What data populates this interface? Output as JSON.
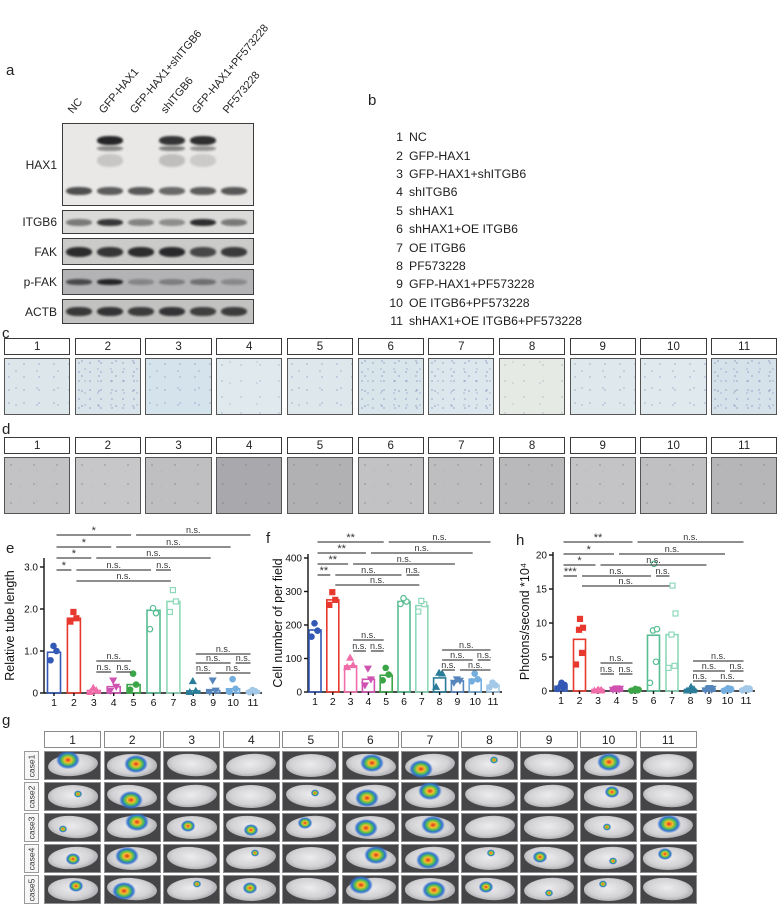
{
  "panels": {
    "a": "a",
    "b": "b",
    "c": "c",
    "d": "d",
    "e": "e",
    "f": "f",
    "g": "g",
    "h": "h"
  },
  "blot": {
    "lane_labels": [
      "NC",
      "GFP-HAX1",
      "GFP-HAX1+shITGB6",
      "shITGB6",
      "GFP-HAX1+PF573228",
      "PF573228"
    ],
    "rows": [
      {
        "label": "HAX1",
        "height": 83,
        "bg": "#e9e8e6",
        "bands": [
          {
            "y": 12,
            "h": 9,
            "lanes": [
              0,
              0.95,
              0,
              0.88,
              0.9,
              0
            ]
          },
          {
            "y": 22,
            "h": 5,
            "lanes": [
              0,
              0.45,
              0,
              0.5,
              0.4,
              0
            ]
          },
          {
            "y": 30,
            "h": 13,
            "lanes": [
              0,
              0.16,
              0,
              0.2,
              0.14,
              0
            ]
          },
          {
            "y": 63,
            "h": 8,
            "lanes": [
              0.75,
              0.68,
              0.7,
              0.62,
              0.68,
              0.7
            ]
          }
        ]
      },
      {
        "label": "ITGB6",
        "height": 24,
        "bg": "#dadad8",
        "bands": [
          {
            "y": 8,
            "h": 7,
            "lanes": [
              0.5,
              0.85,
              0.45,
              0.4,
              0.9,
              0.5
            ]
          }
        ]
      },
      {
        "label": "FAK",
        "height": 27,
        "bg": "#cbcbc9",
        "bands": [
          {
            "y": 8,
            "h": 10,
            "lanes": [
              0.9,
              0.85,
              0.9,
              0.92,
              0.75,
              0.82
            ]
          }
        ]
      },
      {
        "label": "p-FAK",
        "height": 26,
        "bg": "#b3b3b5",
        "bands": [
          {
            "y": 9,
            "h": 6,
            "lanes": [
              0.7,
              0.95,
              0.3,
              0.35,
              0.45,
              0.28
            ]
          }
        ]
      },
      {
        "label": "ACTB",
        "height": 25,
        "bg": "#c2c2c0",
        "bands": [
          {
            "y": 7,
            "h": 9,
            "lanes": [
              0.82,
              0.85,
              0.8,
              0.85,
              0.78,
              0.8
            ]
          }
        ]
      }
    ]
  },
  "legend": {
    "items": [
      {
        "num": "1",
        "label": "NC"
      },
      {
        "num": "2",
        "label": "GFP-HAX1"
      },
      {
        "num": "3",
        "label": "GFP-HAX1+shITGB6"
      },
      {
        "num": "4",
        "label": "shITGB6"
      },
      {
        "num": "5",
        "label": "shHAX1"
      },
      {
        "num": "6",
        "label": "shHAX1+OE ITGB6"
      },
      {
        "num": "7",
        "label": "OE ITGB6"
      },
      {
        "num": "8",
        "label": "PF573228"
      },
      {
        "num": "9",
        "label": "GFP-HAX1+PF573228"
      },
      {
        "num": "10",
        "label": "OE ITGB6+PF573228"
      },
      {
        "num": "11",
        "label": "shHAX1+OE ITGB6+PF573228"
      }
    ]
  },
  "panel_c": {
    "tile_labels": [
      "1",
      "2",
      "3",
      "4",
      "5",
      "6",
      "7",
      "8",
      "9",
      "10",
      "11"
    ],
    "densities": [
      "med",
      "dense",
      "med",
      "light",
      "med",
      "dense",
      "dense",
      "light",
      "med",
      "med",
      "dense"
    ],
    "shades": [
      "#dce6eb",
      "#d8e3ea",
      "#d5e4ec",
      "#dfe9ee",
      "#dde7ec",
      "#d8e5ea",
      "#dbe7ec",
      "#e6eae4",
      "#dfe8ed",
      "#e0e9ee",
      "#d6e2ea"
    ]
  },
  "panel_d": {
    "tile_labels": [
      "1",
      "2",
      "3",
      "4",
      "5",
      "6",
      "7",
      "8",
      "9",
      "10",
      "11"
    ],
    "shades": [
      "#c3c3c5",
      "#c7c7c9",
      "#bfbfc1",
      "#a9a9ad",
      "#b1b1b4",
      "#c2c2c5",
      "#bebec1",
      "#b9b9bc",
      "#c4c4c6",
      "#c0c0c3",
      "#b6b6b9"
    ]
  },
  "chart_data": [
    {
      "id": "e",
      "type": "bar",
      "title": "",
      "xlabel": "",
      "ylabel": "Relative tube length",
      "categories": [
        "1",
        "2",
        "3",
        "4",
        "5",
        "6",
        "7",
        "8",
        "9",
        "10",
        "11"
      ],
      "values": [
        0.97,
        1.78,
        0.06,
        0.15,
        0.2,
        1.97,
        2.18,
        0.05,
        0.06,
        0.1,
        0.05
      ],
      "points": [
        [
          0.78,
          1.0,
          1.12
        ],
        [
          1.7,
          1.78,
          1.93
        ],
        [
          0.02,
          0.06,
          0.12
        ],
        [
          0.05,
          0.15,
          0.3
        ],
        [
          0.08,
          0.2,
          0.46
        ],
        [
          1.52,
          1.9,
          2.02
        ],
        [
          1.93,
          2.18,
          2.45
        ],
        [
          0.02,
          0.05,
          0.28
        ],
        [
          0.03,
          0.06,
          0.3
        ],
        [
          0.03,
          0.1,
          0.33
        ],
        [
          0.02,
          0.04,
          0.07
        ]
      ],
      "ylim": [
        0,
        3.45
      ],
      "yticks": [
        0,
        1,
        2,
        3
      ],
      "ytick_labels": [
        "0",
        "1.0",
        "2.0",
        "3.0"
      ],
      "colors": [
        "#3358b5",
        "#e8392f",
        "#f06daa",
        "#cf53b0",
        "#3ba548",
        "#57bd92",
        "#8ed8ba",
        "#2b7d99",
        "#5585bb",
        "#74aede",
        "#a3c8e8"
      ],
      "markers": [
        "circle",
        "square",
        "tri-up",
        "tri-down",
        "circle",
        "circle-open",
        "square-open",
        "tri-up",
        "tri-down",
        "circle",
        "circle"
      ],
      "comparisons": [
        {
          "f": 1,
          "t": 5,
          "l": "*",
          "r": "u1"
        },
        {
          "f": 5,
          "t": 11,
          "l": "n.s.",
          "r": "u1"
        },
        {
          "f": 1,
          "t": 4,
          "l": "*",
          "r": "u2"
        },
        {
          "f": 4,
          "t": 10,
          "l": "n.s.",
          "r": "u2"
        },
        {
          "f": 1,
          "t": 3,
          "l": "*",
          "r": "u3"
        },
        {
          "f": 3,
          "t": 9,
          "l": "n.s.",
          "r": "u3"
        },
        {
          "f": 1,
          "t": 2,
          "l": "*",
          "r": "u4"
        },
        {
          "f": 2,
          "t": 6,
          "l": "n.s.",
          "r": "u4"
        },
        {
          "f": 6,
          "t": 7,
          "l": "n.s.",
          "r": "u4"
        },
        {
          "f": 2,
          "t": 7,
          "l": "n.s.",
          "r": "u5"
        },
        {
          "f": 3,
          "t": 5,
          "l": "n.s.",
          "r": "m1"
        },
        {
          "f": 3,
          "t": 4,
          "l": "n.s.",
          "r": "m2"
        },
        {
          "f": 4,
          "t": 5,
          "l": "n.s.",
          "r": "m2"
        },
        {
          "f": 8,
          "t": 11,
          "l": "n.s.",
          "r": "l1"
        },
        {
          "f": 8,
          "t": 10,
          "l": "n.s.",
          "r": "l2"
        },
        {
          "f": 10,
          "t": 11,
          "l": "n.s.",
          "r": "l2"
        },
        {
          "f": 8,
          "t": 9,
          "l": "n.s.",
          "r": "l3"
        },
        {
          "f": 9,
          "t": 11,
          "l": "n.s.",
          "r": "l3"
        }
      ]
    },
    {
      "id": "f",
      "type": "bar",
      "title": "",
      "xlabel": "",
      "ylabel": "Cell number of per field",
      "categories": [
        "1",
        "2",
        "3",
        "4",
        "5",
        "6",
        "7",
        "8",
        "9",
        "10",
        "11"
      ],
      "values": [
        185,
        275,
        78,
        38,
        50,
        270,
        258,
        42,
        33,
        38,
        20
      ],
      "points": [
        [
          165,
          183,
          205
        ],
        [
          260,
          275,
          298
        ],
        [
          74,
          80,
          102
        ],
        [
          20,
          38,
          70
        ],
        [
          35,
          52,
          72
        ],
        [
          263,
          270,
          280
        ],
        [
          240,
          262,
          272
        ],
        [
          15,
          55,
          57
        ],
        [
          28,
          34,
          38
        ],
        [
          32,
          38,
          55
        ],
        [
          14,
          20,
          28
        ]
      ],
      "ylim": [
        0,
        415
      ],
      "yticks": [
        0,
        100,
        200,
        300,
        400
      ],
      "ytick_labels": [
        "0",
        "100",
        "200",
        "300",
        "400"
      ],
      "colors": [
        "#3358b5",
        "#e8392f",
        "#f06daa",
        "#cf53b0",
        "#3ba548",
        "#57bd92",
        "#8ed8ba",
        "#2b7d99",
        "#5585bb",
        "#74aede",
        "#a3c8e8"
      ],
      "markers": [
        "circle",
        "square",
        "tri-up",
        "tri-down",
        "circle",
        "circle-open",
        "square-open",
        "tri-up",
        "tri-down",
        "circle",
        "circle"
      ],
      "comparisons": [
        {
          "f": 1,
          "t": 5,
          "l": "**",
          "r": "u1"
        },
        {
          "f": 5,
          "t": 11,
          "l": "n.s.",
          "r": "u1"
        },
        {
          "f": 1,
          "t": 4,
          "l": "**",
          "r": "u2"
        },
        {
          "f": 4,
          "t": 10,
          "l": "n.s.",
          "r": "u2"
        },
        {
          "f": 1,
          "t": 3,
          "l": "**",
          "r": "u3"
        },
        {
          "f": 3,
          "t": 9,
          "l": "n.s.",
          "r": "u3"
        },
        {
          "f": 1,
          "t": 2,
          "l": "**",
          "r": "u4"
        },
        {
          "f": 2,
          "t": 6,
          "l": "n.s.",
          "r": "u4"
        },
        {
          "f": 6,
          "t": 7,
          "l": "n.s.",
          "r": "u4"
        },
        {
          "f": 2,
          "t": 7,
          "l": "n.s.",
          "r": "u5"
        },
        {
          "f": 3,
          "t": 5,
          "l": "n.s.",
          "r": "m1"
        },
        {
          "f": 3,
          "t": 4,
          "l": "n.s.",
          "r": "m2"
        },
        {
          "f": 4,
          "t": 5,
          "l": "n.s.",
          "r": "m2"
        },
        {
          "f": 8,
          "t": 11,
          "l": "n.s.",
          "r": "l1"
        },
        {
          "f": 8,
          "t": 10,
          "l": "n.s.",
          "r": "l2"
        },
        {
          "f": 10,
          "t": 11,
          "l": "n.s.",
          "r": "l2"
        },
        {
          "f": 8,
          "t": 9,
          "l": "n.s.",
          "r": "l3"
        },
        {
          "f": 9,
          "t": 11,
          "l": "n.s.",
          "r": "l3"
        }
      ]
    },
    {
      "id": "h",
      "type": "bar",
      "title": "",
      "xlabel": "",
      "ylabel": "Photons/second *10⁴",
      "categories": [
        "1",
        "2",
        "3",
        "4",
        "5",
        "6",
        "7",
        "8",
        "9",
        "10",
        "11"
      ],
      "values": [
        0.7,
        7.6,
        0.1,
        0.3,
        0.2,
        8.2,
        8.3,
        0.2,
        0.3,
        0.25,
        0.3
      ],
      "points": [
        [
          0.3,
          0.5,
          0.7,
          0.9,
          1.2
        ],
        [
          3.9,
          5.6,
          9.0,
          9.3,
          10.6
        ],
        [
          0.05,
          0.05,
          0.1,
          0.1,
          0.15
        ],
        [
          0.2,
          0.25,
          0.3,
          0.35,
          0.4
        ],
        [
          0.05,
          0.1,
          0.15,
          0.2,
          0.3
        ],
        [
          1.2,
          4.3,
          8.9,
          9.1,
          18.7
        ],
        [
          3.4,
          3.7,
          8.3,
          11.4,
          15.5
        ],
        [
          0.05,
          0.1,
          0.2,
          0.25,
          0.6
        ],
        [
          0.1,
          0.2,
          0.3,
          0.35,
          0.45
        ],
        [
          0.05,
          0.15,
          0.25,
          0.3,
          0.4
        ],
        [
          0.1,
          0.2,
          0.3,
          0.35,
          0.4
        ]
      ],
      "ylim": [
        0,
        20.6
      ],
      "yticks": [
        0,
        5,
        10,
        15,
        20
      ],
      "ytick_labels": [
        "0",
        "5",
        "10",
        "15",
        "20"
      ],
      "colors": [
        "#3358b5",
        "#e8392f",
        "#f06daa",
        "#cf53b0",
        "#3ba548",
        "#57bd92",
        "#8ed8ba",
        "#2b7d99",
        "#5585bb",
        "#74aede",
        "#a3c8e8"
      ],
      "markers": [
        "circle",
        "square",
        "tri-up",
        "tri-down",
        "circle",
        "circle-open",
        "square-open",
        "tri-up",
        "tri-down",
        "circle",
        "circle"
      ],
      "comparisons": [
        {
          "f": 1,
          "t": 5,
          "l": "**",
          "r": "u1"
        },
        {
          "f": 5,
          "t": 11,
          "l": "n.s.",
          "r": "u1"
        },
        {
          "f": 1,
          "t": 4,
          "l": "*",
          "r": "u2"
        },
        {
          "f": 4,
          "t": 10,
          "l": "n.s.",
          "r": "u2"
        },
        {
          "f": 1,
          "t": 3,
          "l": "*",
          "r": "u3"
        },
        {
          "f": 3,
          "t": 9,
          "l": "n.s.",
          "r": "u3"
        },
        {
          "f": 1,
          "t": 2,
          "l": "***",
          "r": "u4"
        },
        {
          "f": 2,
          "t": 6,
          "l": "n.s.",
          "r": "u4"
        },
        {
          "f": 6,
          "t": 7,
          "l": "n.s.",
          "r": "u4"
        },
        {
          "f": 2,
          "t": 7,
          "l": "n.s.",
          "r": "u5"
        },
        {
          "f": 3,
          "t": 5,
          "l": "n.s.",
          "r": "m1"
        },
        {
          "f": 3,
          "t": 4,
          "l": "n.s.",
          "r": "m2"
        },
        {
          "f": 4,
          "t": 5,
          "l": "n.s.",
          "r": "m2"
        },
        {
          "f": 8,
          "t": 11,
          "l": "n.s.",
          "r": "l1"
        },
        {
          "f": 8,
          "t": 10,
          "l": "n.s.",
          "r": "l2"
        },
        {
          "f": 10,
          "t": 11,
          "l": "n.s.",
          "r": "l2"
        },
        {
          "f": 8,
          "t": 9,
          "l": "n.s.",
          "r": "l3"
        },
        {
          "f": 9,
          "t": 11,
          "l": "n.s.",
          "r": "l3"
        }
      ]
    }
  ],
  "panel_g": {
    "col_labels": [
      "1",
      "2",
      "3",
      "4",
      "5",
      "6",
      "7",
      "8",
      "9",
      "10",
      "11"
    ],
    "row_labels": [
      "case1",
      "case2",
      "case3",
      "case4",
      "case5"
    ],
    "signals": [
      [
        "high",
        "high",
        "none",
        "none",
        "none",
        "high",
        "high",
        "low",
        "none",
        "high",
        "none"
      ],
      [
        "low",
        "high",
        "none",
        "none",
        "low",
        "high",
        "high",
        "none",
        "none",
        "med",
        "none"
      ],
      [
        "low",
        "high",
        "med",
        "med",
        "med",
        "high",
        "high",
        "none",
        "none",
        "low",
        "high"
      ],
      [
        "med",
        "high",
        "none",
        "low",
        "none",
        "high",
        "high",
        "low",
        "med",
        "low",
        "med"
      ],
      [
        "med",
        "high",
        "low",
        "med",
        "none",
        "high",
        "high",
        "med",
        "low",
        "low",
        "none"
      ]
    ]
  }
}
